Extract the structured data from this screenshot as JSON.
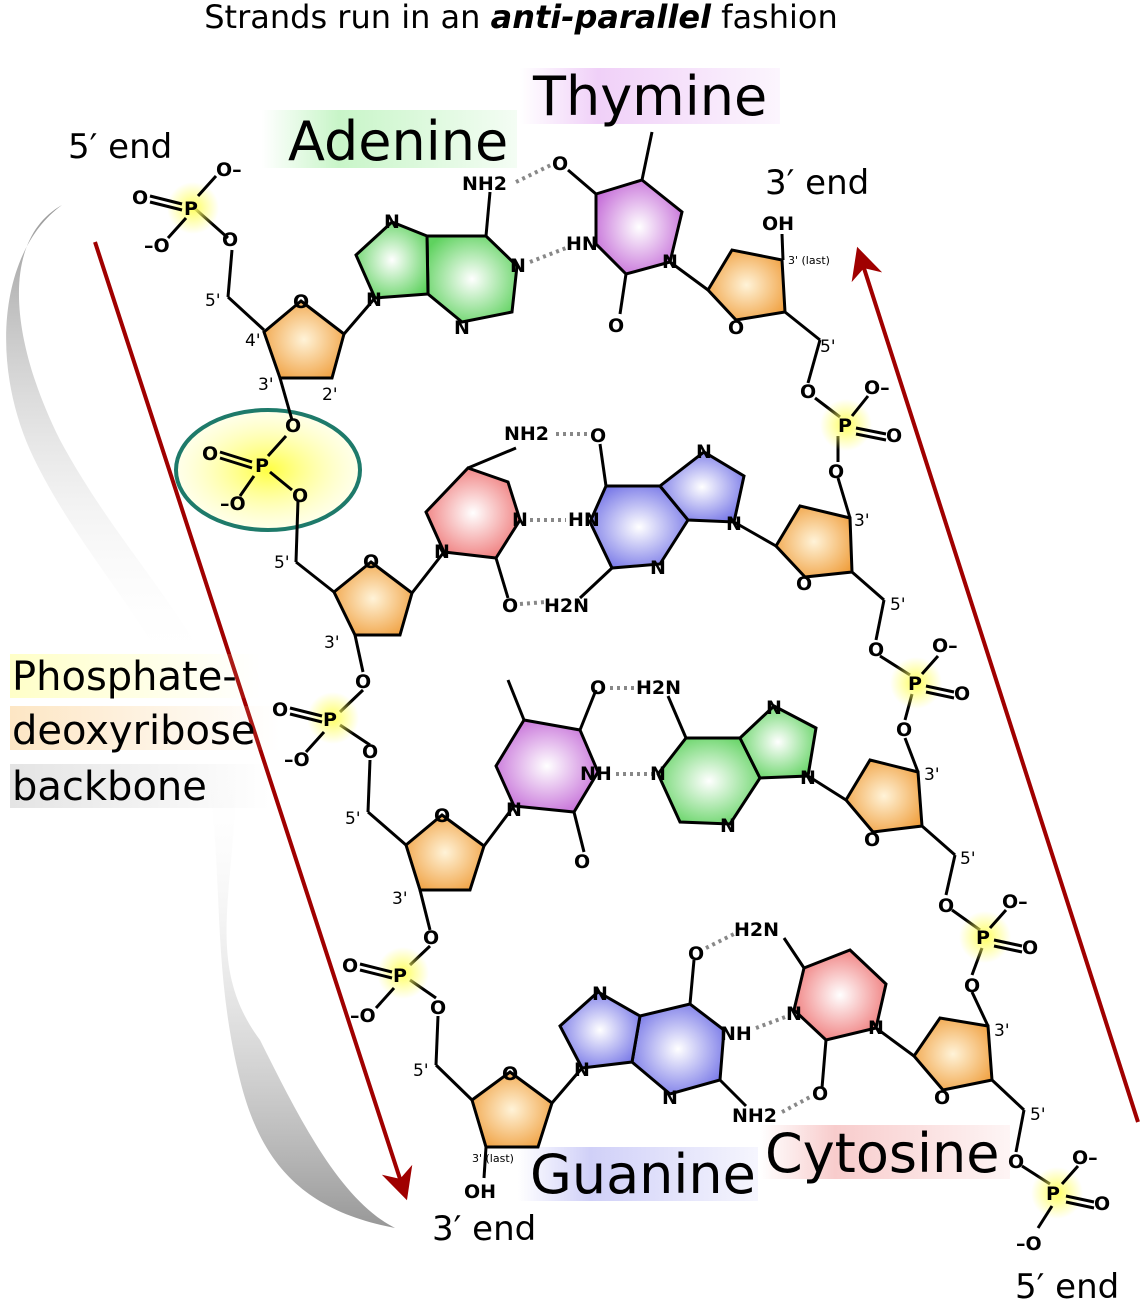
{
  "title": {
    "prefix": "Strands run in an ",
    "emphasis": "anti-parallel",
    "suffix": " fashion"
  },
  "base_names": {
    "adenine": "Adenine",
    "thymine": "Thymine",
    "guanine": "Guanine",
    "cytosine": "Cytosine"
  },
  "ends": {
    "left_top": "5′ end",
    "right_top": "3′ end",
    "left_bottom": "3′ end",
    "right_bottom": "5′ end"
  },
  "backbone_label": {
    "line1": "Phosphate-",
    "line2": "deoxyribose",
    "line3": "backbone"
  },
  "atoms": {
    "P": "P",
    "O": "O",
    "O_minus": "O–",
    "minus_O": "–O",
    "N": "N",
    "NH": "NH",
    "HN": "HN",
    "NH2": "NH2",
    "H2N": "H2N",
    "OH": "OH"
  },
  "positions": {
    "p5": "5'",
    "p4": "4'",
    "p3": "3'",
    "p2": "2'",
    "p3_last": "3' (last)"
  },
  "colors": {
    "adenine": "#7ee07e",
    "thymine": "#d98ae8",
    "guanine": "#8f8ff0",
    "cytosine": "#f08e8e",
    "sugar": "#f6b35a",
    "phosphate": "#f2f230",
    "arrow": "#a00000",
    "highlight_ring": "#1e7a6a"
  }
}
